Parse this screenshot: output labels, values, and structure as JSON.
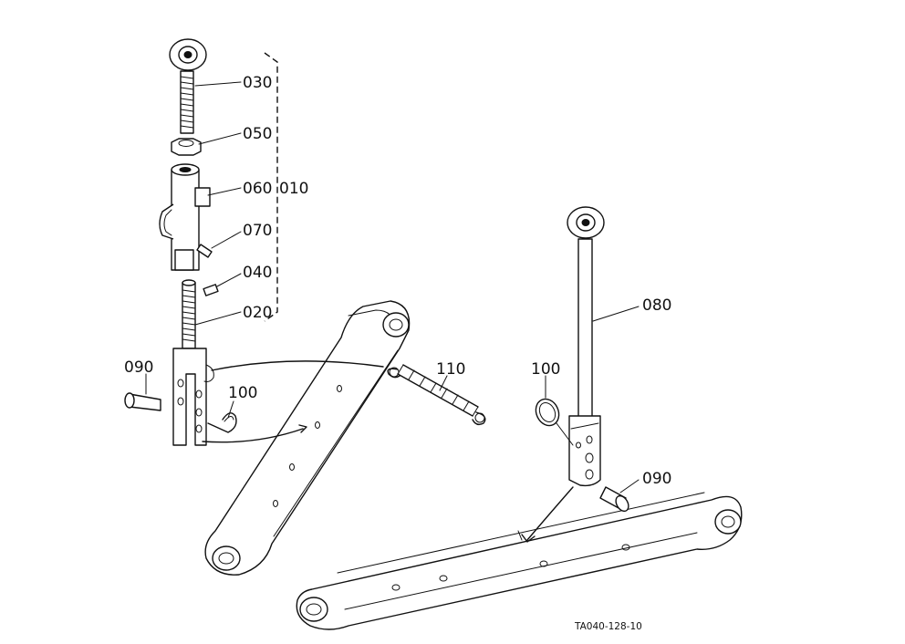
{
  "callouts": {
    "p030": "030",
    "p050": "050",
    "p060": "060",
    "p010": "010",
    "p070": "070",
    "p040": "040",
    "p020": "020",
    "p090_left": "090",
    "p100_left": "100",
    "p110": "110",
    "p100_right": "100",
    "p080": "080",
    "p090_right": "090"
  },
  "figure_code": "TA040-128-10"
}
